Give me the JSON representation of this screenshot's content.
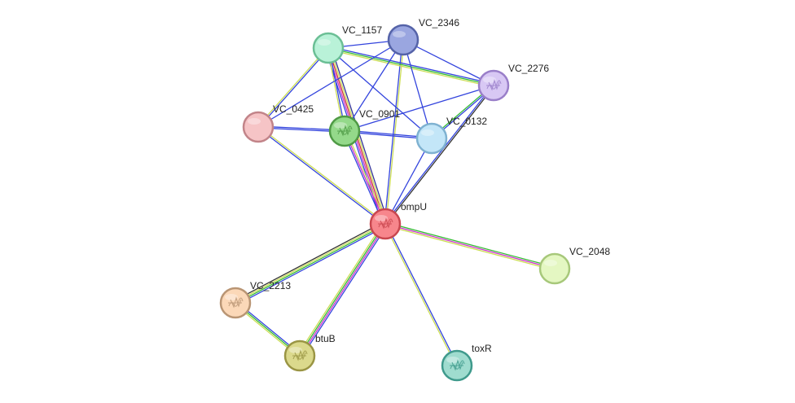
{
  "nodes": [
    {
      "id": "VC_1157",
      "label": "VC_1157",
      "color": "#b9f2d8",
      "border": "#6bbf95",
      "structure": false
    },
    {
      "id": "VC_2346",
      "label": "VC_2346",
      "color": "#9aa6e0",
      "border": "#5563a8",
      "structure": false
    },
    {
      "id": "VC_2276",
      "label": "VC_2276",
      "color": "#d8c8f4",
      "border": "#9a7fc9",
      "structure": true
    },
    {
      "id": "VC_0425",
      "label": "VC_0425",
      "color": "#f6c4c6",
      "border": "#c28489",
      "structure": false
    },
    {
      "id": "VC_0901",
      "label": "VC_0901",
      "color": "#94d98a",
      "border": "#4f9a45",
      "structure": true
    },
    {
      "id": "VC_0132",
      "label": "VC_0132",
      "color": "#c3e6f8",
      "border": "#7fb2d1",
      "structure": false
    },
    {
      "id": "ompU",
      "label": "ompU",
      "color": "#f7868c",
      "border": "#c9474f",
      "structure": true
    },
    {
      "id": "VC_2048",
      "label": "VC_2048",
      "color": "#e4f7c2",
      "border": "#a7c87a",
      "structure": false
    },
    {
      "id": "VC_2213",
      "label": "VC_2213",
      "color": "#fbd8b8",
      "border": "#b99574",
      "structure": true
    },
    {
      "id": "btuB",
      "label": "btuB",
      "color": "#dbd98c",
      "border": "#9a9544",
      "structure": true
    },
    {
      "id": "toxR",
      "label": "toxR",
      "color": "#9fdccf",
      "border": "#3f9a8c",
      "structure": true
    }
  ],
  "edges": [
    {
      "source": "ompU",
      "target": "VC_1157",
      "colors": [
        "#3344dd",
        "#cc33cc",
        "#cc3333",
        "#ccdd55",
        "#333399"
      ]
    },
    {
      "source": "ompU",
      "target": "VC_0901",
      "colors": [
        "#3344dd",
        "#cc33cc",
        "#ccdd55"
      ]
    },
    {
      "source": "ompU",
      "target": "VC_2346",
      "colors": [
        "#3344dd",
        "#ccdd55"
      ]
    },
    {
      "source": "ompU",
      "target": "VC_2276",
      "colors": [
        "#3344dd",
        "#333333"
      ]
    },
    {
      "source": "ompU",
      "target": "VC_0425",
      "colors": [
        "#3344dd",
        "#ccdd55"
      ]
    },
    {
      "source": "ompU",
      "target": "VC_0132",
      "colors": [
        "#3344dd"
      ]
    },
    {
      "source": "ompU",
      "target": "VC_2048",
      "colors": [
        "#33bb33",
        "#cc33cc",
        "#ccdd55"
      ]
    },
    {
      "source": "ompU",
      "target": "VC_2213",
      "colors": [
        "#3344dd",
        "#33bb33",
        "#ccdd55",
        "#333333"
      ]
    },
    {
      "source": "ompU",
      "target": "btuB",
      "colors": [
        "#3344dd",
        "#cc33cc",
        "#33bb33",
        "#ccdd55"
      ]
    },
    {
      "source": "ompU",
      "target": "toxR",
      "colors": [
        "#3344dd",
        "#ccdd55"
      ]
    },
    {
      "source": "VC_2213",
      "target": "btuB",
      "colors": [
        "#3344dd",
        "#33bb33",
        "#ccdd55"
      ]
    },
    {
      "source": "VC_1157",
      "target": "VC_2346",
      "colors": [
        "#3344dd"
      ]
    },
    {
      "source": "VC_1157",
      "target": "VC_2276",
      "colors": [
        "#3344dd",
        "#33bb33",
        "#ccdd55"
      ]
    },
    {
      "source": "VC_1157",
      "target": "VC_0425",
      "colors": [
        "#3344dd",
        "#ccdd55"
      ]
    },
    {
      "source": "VC_1157",
      "target": "VC_0901",
      "colors": [
        "#3344dd",
        "#ccdd55"
      ]
    },
    {
      "source": "VC_1157",
      "target": "VC_0132",
      "colors": [
        "#3344dd"
      ]
    },
    {
      "source": "VC_2346",
      "target": "VC_2276",
      "colors": [
        "#3344dd"
      ]
    },
    {
      "source": "VC_2346",
      "target": "VC_0425",
      "colors": [
        "#3344dd"
      ]
    },
    {
      "source": "VC_2346",
      "target": "VC_0901",
      "colors": [
        "#3344dd"
      ]
    },
    {
      "source": "VC_2346",
      "target": "VC_0132",
      "colors": [
        "#3344dd"
      ]
    },
    {
      "source": "VC_2276",
      "target": "VC_0901",
      "colors": [
        "#3344dd"
      ]
    },
    {
      "source": "VC_2276",
      "target": "VC_0132",
      "colors": [
        "#3344dd",
        "#33bb33"
      ]
    },
    {
      "source": "VC_0425",
      "target": "VC_0901",
      "colors": [
        "#3344dd",
        "#3344dd"
      ]
    },
    {
      "source": "VC_0901",
      "target": "VC_0132",
      "colors": [
        "#3344dd",
        "#3344dd"
      ]
    }
  ]
}
